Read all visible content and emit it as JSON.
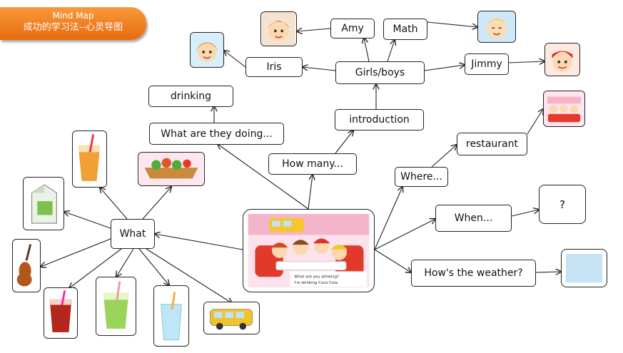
{
  "header": {
    "title": "Mind Map",
    "subtitle": "成功的学习法--心灵导图"
  },
  "nodes": {
    "amy": "Amy",
    "math": "Math",
    "iris": "Iris",
    "girls_boys": "Girls/boys",
    "jimmy": "Jimmy",
    "drinking": "drinking",
    "introduction": "introduction",
    "what_doing": "What are they doing...",
    "how_many": "How many...",
    "restaurant": "restaurant",
    "where": "Where...",
    "when": "When...",
    "weather": "How's the weather?",
    "what": "What",
    "unknown": "?"
  },
  "center_image": {
    "caption_q": "What are you drinking?",
    "caption_a": "I'm drinking Coca Cola."
  },
  "colors": {
    "badge": "#ef7f22",
    "line": "#222222",
    "weather_sky": "#c6e3f3"
  },
  "icons": [
    "girl-face-icon",
    "boy-face-icon",
    "juice-cup-icon",
    "salad-icon",
    "milk-carton-icon",
    "violin-icon",
    "cola-cup-icon",
    "lemonade-cup-icon",
    "water-glass-icon",
    "bus-icon",
    "restaurant-scene-icon"
  ]
}
